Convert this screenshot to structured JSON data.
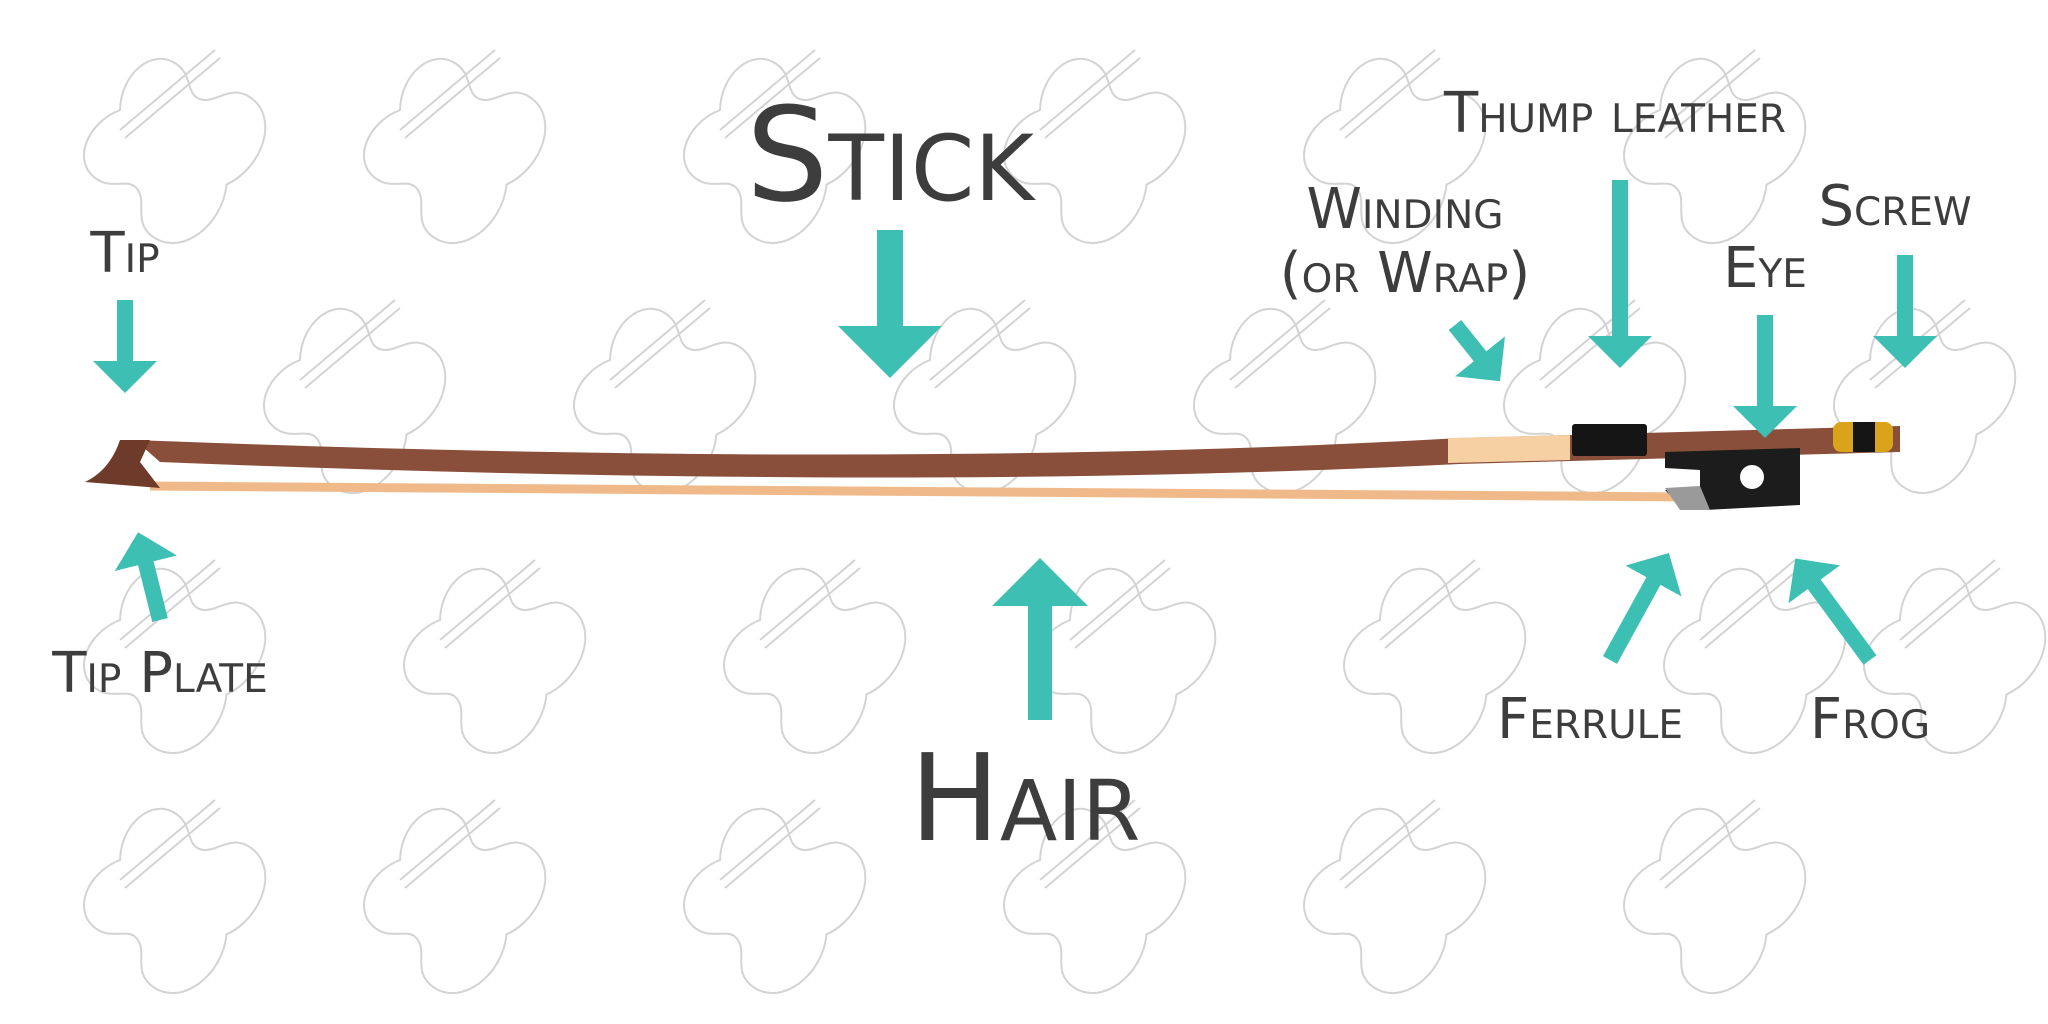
{
  "labels": {
    "stick": "Stick",
    "hair": "Hair",
    "tip": "Tip",
    "tip_plate": "Tip Plate",
    "thump_leather": "Thump leather",
    "winding_line1": "Winding",
    "winding_line2": "(or Wrap)",
    "screw": "Screw",
    "eye": "Eye",
    "ferrule": "Ferrule",
    "frog": "Frog"
  },
  "colors": {
    "arrow": "#3dbfb3",
    "stick": "#8a4f3a",
    "hair": "#f0b98a",
    "frog": "#1c1c1c",
    "text": "#3d3d3d"
  }
}
